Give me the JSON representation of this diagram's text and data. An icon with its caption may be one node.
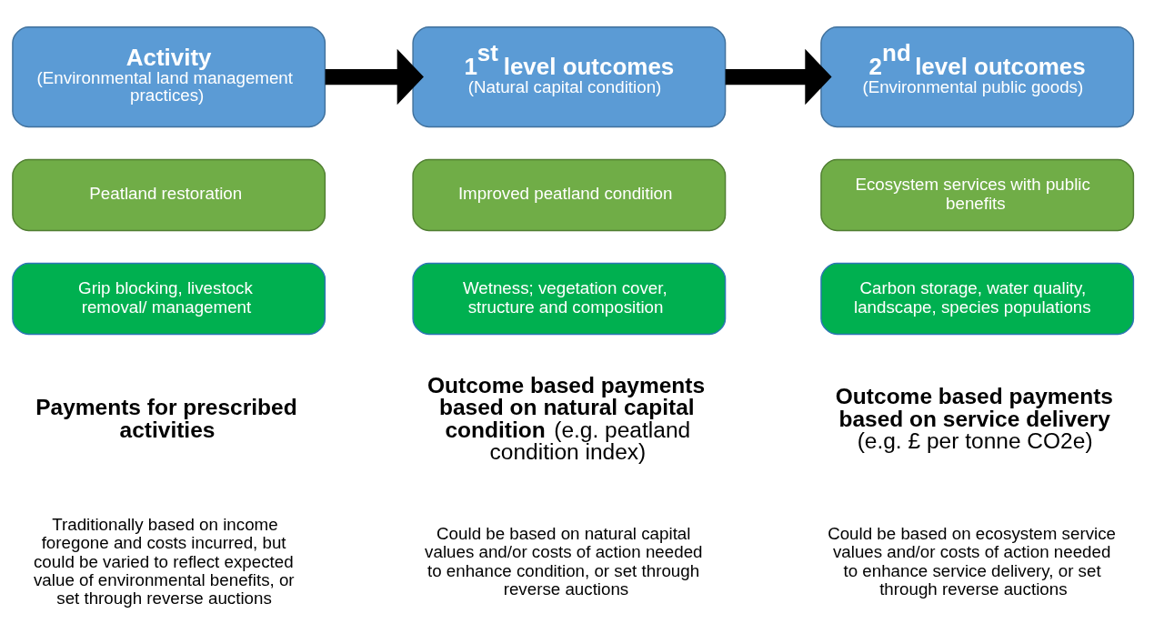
{
  "diagram": {
    "nodes": [
      {
        "text": [
          "Activity",
          "(Environmental land management practices)"
        ]
      },
      {
        "text": [
          "1$^{st}$ level outcomes",
          "(Natural capital condition)"
        ]
      },
      {
        "text": [
          "2$^{nd}$ level outcomes",
          "(Environmental public goods)"
        ]
      },
      {
        "text": [
          "Peatland restoration"
        ]
      },
      {
        "text": [
          "Improved peatland condition"
        ]
      },
      {
        "text": [
          "Ecosystem services with public benefits"
        ]
      },
      {
        "text": [
          "Grip blocking, livestock removal/ management"
        ]
      },
      {
        "text": [
          "Wetness; vegetation cover, structure and composition"
        ]
      },
      {
        "text": [
          "Carbon storage, water quality, landscape, species populations"
        ]
      }
    ],
    "edges": [
      {
        "from": 0,
        "to": 1,
        "arrow": "to"
      },
      {
        "from": 1,
        "to": 2,
        "arrow": "to"
      }
    ],
    "labels": [
      "Payments for prescribed activities",
      "**Outcome based payments based on natural capital condition** (e.g. peatland condition index)",
      "**Outcome based payments based on service delivery** (e.g. £ per tonne CO2e)",
      "Traditionally based on income foregone and costs incurred, but could be varied to reflect expected value of environmental benefits, or set through reverse auctions",
      "Could be based on natural capital values and/or costs of action needed to enhance condition, or set through reverse auctions",
      "Could be based on ecosystem service values and/or costs of action needed to enhance service delivery, or set through reverse auctions"
    ]
  }
}
